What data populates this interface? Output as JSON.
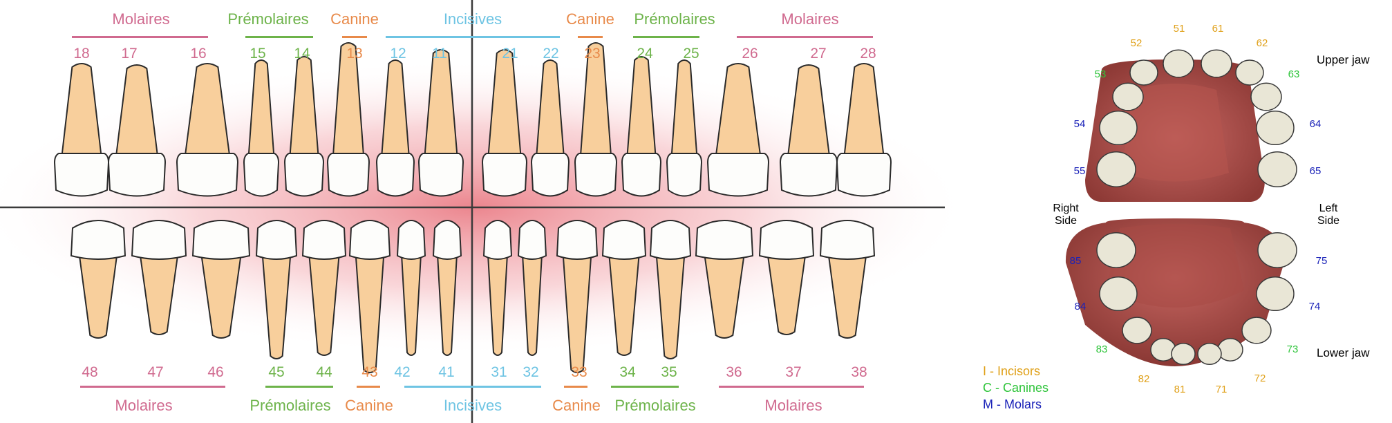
{
  "colors": {
    "molar": "#d06a8f",
    "premolar": "#6db34a",
    "canine": "#e88a4a",
    "incisor": "#6ec4e3",
    "legend_incisor": "#e0a11a",
    "legend_canine": "#2ec43a",
    "legend_molar": "#1a22b8"
  },
  "permanent": {
    "upper_groups": [
      {
        "label": "Molaires",
        "type": "molar"
      },
      {
        "label": "Prémolaires",
        "type": "premolar"
      },
      {
        "label": "Canine",
        "type": "canine"
      },
      {
        "label": "Incisives",
        "type": "incisor"
      },
      {
        "label": "Canine",
        "type": "canine"
      },
      {
        "label": "Prémolaires",
        "type": "premolar"
      },
      {
        "label": "Molaires",
        "type": "molar"
      }
    ],
    "upper_numbers": [
      "18",
      "17",
      "16",
      "15",
      "14",
      "13",
      "12",
      "11",
      "21",
      "22",
      "23",
      "24",
      "25",
      "26",
      "27",
      "28"
    ],
    "lower_numbers": [
      "48",
      "47",
      "46",
      "45",
      "44",
      "43",
      "42",
      "41",
      "31",
      "32",
      "33",
      "34",
      "35",
      "36",
      "37",
      "38"
    ],
    "lower_groups": [
      {
        "label": "Molaires",
        "type": "molar"
      },
      {
        "label": "Prémolaires",
        "type": "premolar"
      },
      {
        "label": "Canine",
        "type": "canine"
      },
      {
        "label": "Incisives",
        "type": "incisor"
      },
      {
        "label": "Canine",
        "type": "canine"
      },
      {
        "label": "Prémolaires",
        "type": "premolar"
      },
      {
        "label": "Molaires",
        "type": "molar"
      }
    ]
  },
  "primary": {
    "upper_jaw_label": "Upper jaw",
    "lower_jaw_label": "Lower jaw",
    "right_side_label": [
      "Right",
      "Side"
    ],
    "left_side_label": [
      "Left",
      "Side"
    ],
    "upper_numbers": [
      {
        "n": "51",
        "type": "incisor"
      },
      {
        "n": "61",
        "type": "incisor"
      },
      {
        "n": "52",
        "type": "incisor"
      },
      {
        "n": "62",
        "type": "incisor"
      },
      {
        "n": "53",
        "type": "canine"
      },
      {
        "n": "63",
        "type": "canine"
      },
      {
        "n": "54",
        "type": "molar"
      },
      {
        "n": "64",
        "type": "molar"
      },
      {
        "n": "55",
        "type": "molar"
      },
      {
        "n": "65",
        "type": "molar"
      }
    ],
    "lower_numbers": [
      {
        "n": "85",
        "type": "molar"
      },
      {
        "n": "75",
        "type": "molar"
      },
      {
        "n": "84",
        "type": "molar"
      },
      {
        "n": "74",
        "type": "molar"
      },
      {
        "n": "83",
        "type": "canine"
      },
      {
        "n": "73",
        "type": "canine"
      },
      {
        "n": "82",
        "type": "incisor"
      },
      {
        "n": "72",
        "type": "incisor"
      },
      {
        "n": "81",
        "type": "incisor"
      },
      {
        "n": "71",
        "type": "incisor"
      }
    ]
  },
  "legend": [
    {
      "label": "I - Incisors",
      "type": "incisor"
    },
    {
      "label": "C - Canines",
      "type": "canine"
    },
    {
      "label": "M - Molars",
      "type": "molar"
    }
  ]
}
